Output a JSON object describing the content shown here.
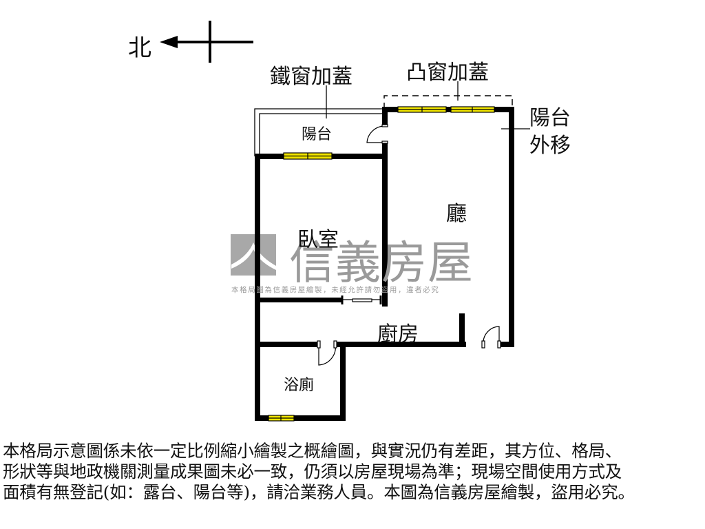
{
  "compass": {
    "north_label": "北",
    "icon": "north-arrow-icon"
  },
  "annotations": {
    "iron_window": "鐵窗加蓋",
    "bay_window": "凸窗加蓋",
    "balcony_moved_line1": "陽台",
    "balcony_moved_line2": "外移"
  },
  "rooms": {
    "balcony": "陽台",
    "living_room": "廳",
    "bedroom": "臥室",
    "kitchen": "廚房",
    "bathroom": "浴廁"
  },
  "watermark": {
    "brand": "信義房屋",
    "notice": "本格局圖為信義房屋繪製，未經允許請勿盜用，違者必究",
    "color": "#9a9a9a"
  },
  "colors": {
    "wall": "#000000",
    "window_fill": "#f2e600",
    "background": "#ffffff"
  },
  "disclaimer": {
    "line1": "本格局示意圖係未依一定比例縮小繪製之概繪圖，與實況仍有差距，其方位、格局、",
    "line2": "形狀等與地政機關測量成果圖未必一致，仍須以房屋現場為準；現場空間使用方式及",
    "line3": "面積有無登記(如：露台、陽台等)，請洽業務人員。本圖為信義房屋繪製，盜用必究。"
  }
}
